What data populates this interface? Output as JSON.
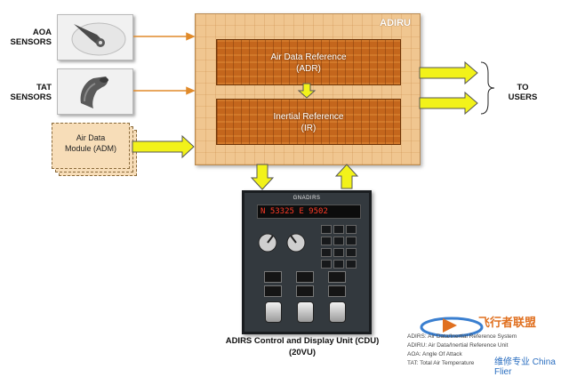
{
  "sensors": [
    {
      "label_lines": [
        "AOA",
        "SENSORS"
      ],
      "icon": "aoa-vane-icon"
    },
    {
      "label_lines": [
        "TAT",
        "SENSORS"
      ],
      "icon": "tat-probe-icon"
    }
  ],
  "adm": {
    "lines": [
      "Air Data",
      "Module (ADM)"
    ]
  },
  "adiru": {
    "title": "ADIRU",
    "adr": {
      "line1": "Air Data Reference",
      "line2": "(ADR)"
    },
    "ir": {
      "line1": "Inertial  Reference",
      "line2": "(IR)"
    }
  },
  "users": {
    "lines": [
      "TO",
      "USERS"
    ]
  },
  "cdu": {
    "panel_title": "GNADIRS",
    "display_text": "N 53325 E 9502",
    "caption_lines": [
      "ADIRS Control and Display Unit (CDU)",
      "(20VU)"
    ]
  },
  "legend": {
    "lines": [
      "ADIRS: Air Data/Inertial Reference System",
      "ADIRU: Air Data/Inertial Reference Unit",
      "AOA: Angle Of Attack",
      "TAT: Total Air Temperature"
    ]
  },
  "watermark": {
    "brand": "飞行者联盟",
    "sub": "维修专业 China Flier"
  },
  "colors": {
    "arrow_yellow": "#f2f21a",
    "adiru_bg": "#f0c690",
    "ref_box": "#c4661c",
    "input_line": "#e08a2a"
  }
}
